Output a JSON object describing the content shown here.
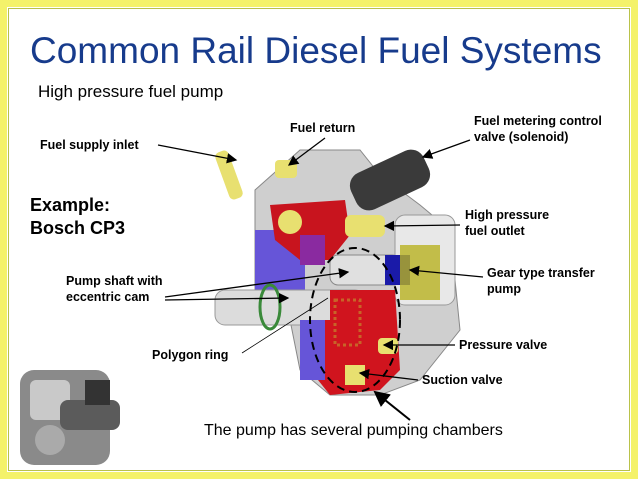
{
  "title": "Common Rail Diesel Fuel Systems",
  "subtitle": "High pressure fuel pump",
  "example": {
    "line1": "Example:",
    "line2": "Bosch CP3"
  },
  "labels": {
    "fuel_supply_inlet": "Fuel supply inlet",
    "fuel_return": "Fuel return",
    "metering_valve_1": "Fuel metering control",
    "metering_valve_2": "valve (solenoid)",
    "hp_outlet_1": "High pressure",
    "hp_outlet_2": "fuel outlet",
    "gear_pump_1": "Gear type transfer",
    "gear_pump_2": "pump",
    "shaft_1": "Pump shaft with",
    "shaft_2": "eccentric cam",
    "polygon_ring": "Polygon ring",
    "pressure_valve": "Pressure valve",
    "suction_valve": "Suction valve"
  },
  "caption": "The pump has several pumping chambers",
  "colors": {
    "title": "#173b8c",
    "border": "#f4f26a"
  }
}
